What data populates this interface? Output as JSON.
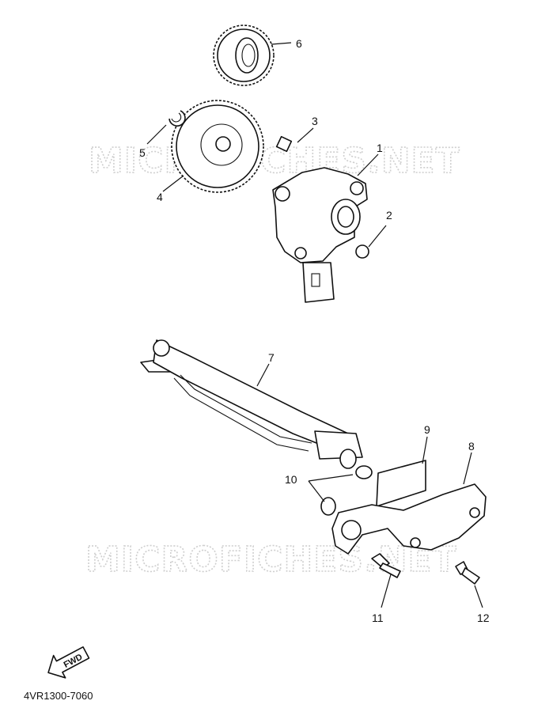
{
  "watermark": "MICROFICHES.NET",
  "diagram_code": "4VR1300-7060",
  "fwd_label": "FWD",
  "callouts": {
    "n1": "1",
    "n2": "2",
    "n3": "3",
    "n4": "4",
    "n5": "5",
    "n6": "6",
    "n7": "7",
    "n8": "8",
    "n9": "9",
    "n10": "10",
    "n11": "11",
    "n12": "12"
  }
}
